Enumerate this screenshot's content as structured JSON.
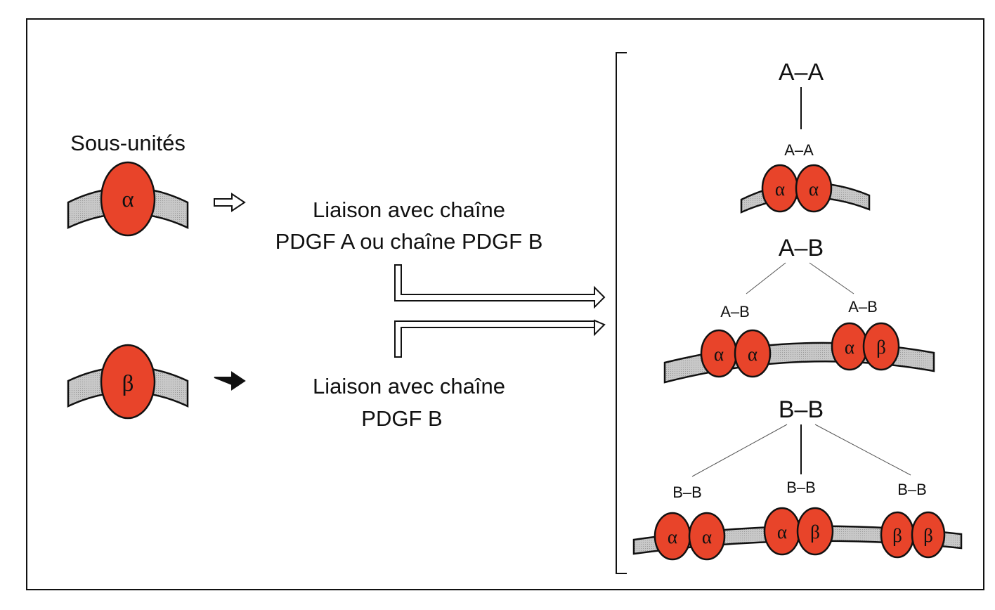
{
  "title": "Sous-unités",
  "subunits": [
    {
      "symbol": "α",
      "binding_line1": "Liaison avec chaîne",
      "binding_line2": "PDGF A ou chaîne PDGF B"
    },
    {
      "symbol": "β",
      "binding_line1": "Liaison avec chaîne",
      "binding_line2": "PDGF B"
    }
  ],
  "complexes": [
    {
      "ligand": "A–A",
      "dimers": [
        {
          "label": "A–A",
          "subunits": [
            "α",
            "α"
          ]
        }
      ]
    },
    {
      "ligand": "A–B",
      "dimers": [
        {
          "label": "A–B",
          "subunits": [
            "α",
            "α"
          ]
        },
        {
          "label": "A–B",
          "subunits": [
            "α",
            "β"
          ]
        }
      ]
    },
    {
      "ligand": "B–B",
      "dimers": [
        {
          "label": "B–B",
          "subunits": [
            "α",
            "α"
          ]
        },
        {
          "label": "B–B",
          "subunits": [
            "α",
            "β"
          ]
        },
        {
          "label": "B–B",
          "subunits": [
            "β",
            "β"
          ]
        }
      ]
    }
  ],
  "colors": {
    "receptor_fill": "#e8442a",
    "membrane_fill": "#c4c4c4",
    "stroke": "#111111"
  }
}
